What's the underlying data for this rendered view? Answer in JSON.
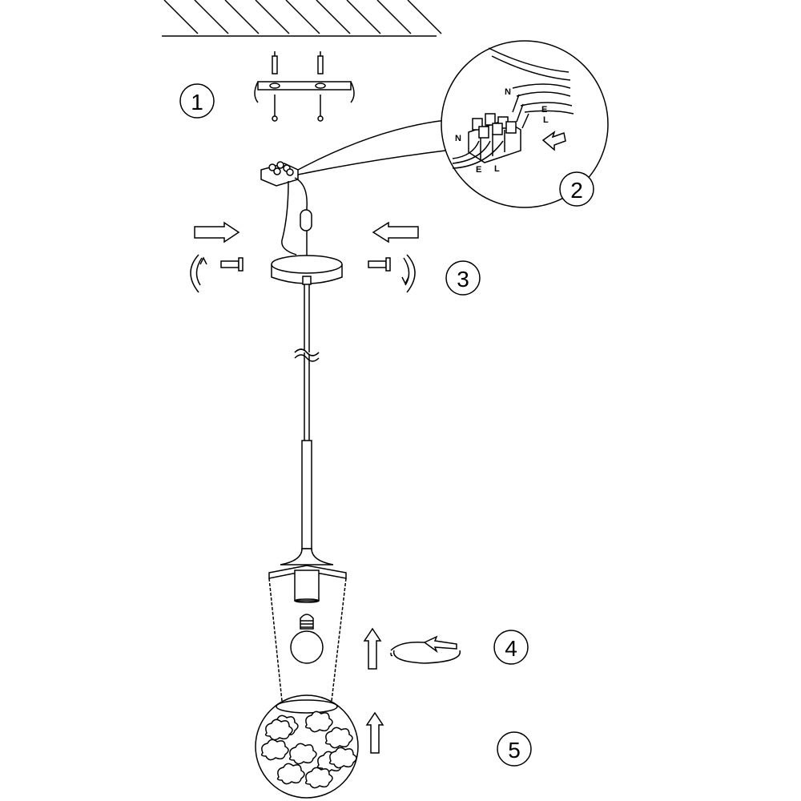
{
  "title": "Pendant lamp installation steps",
  "steps": [
    {
      "number": "1"
    },
    {
      "number": "2"
    },
    {
      "number": "3"
    },
    {
      "number": "4"
    },
    {
      "number": "5"
    }
  ],
  "wiring_labels": {
    "neutral": "N",
    "earth": "E",
    "live": "L"
  },
  "colors": {
    "line": "#000000",
    "background": "#ffffff"
  }
}
